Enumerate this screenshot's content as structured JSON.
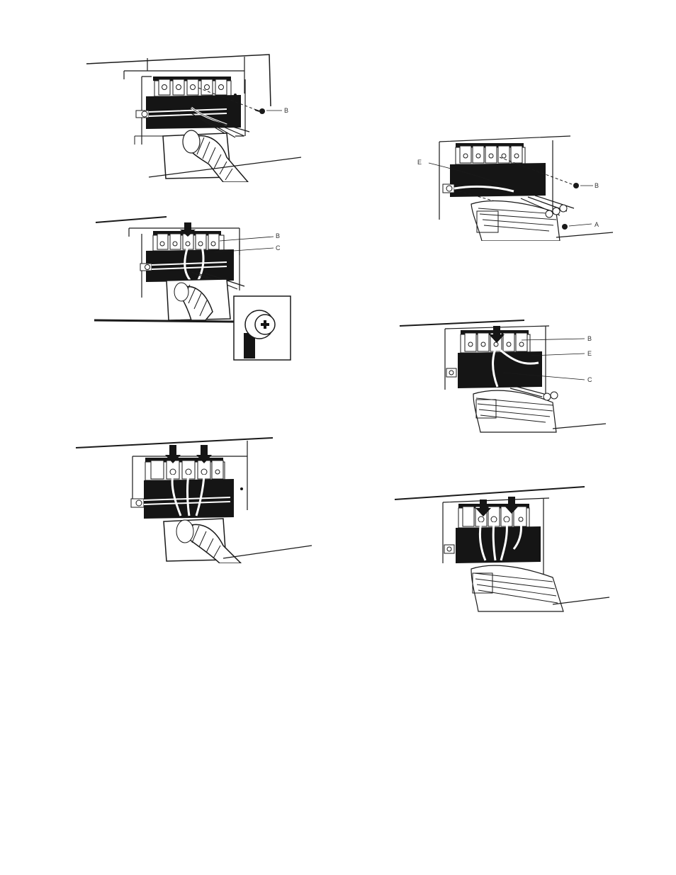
{
  "colors": {
    "ink": "#1a1a1a",
    "block": "#151515",
    "paper": "#ffffff"
  },
  "figures": [
    {
      "labels": {
        "b": "B"
      }
    },
    {
      "labels": {
        "b": "B",
        "c": "C"
      }
    },
    {
      "labels": {}
    },
    {
      "labels": {
        "e": "E",
        "b": "B",
        "a": "A"
      }
    },
    {
      "labels": {
        "b": "B",
        "e": "E",
        "c": "C"
      }
    },
    {
      "labels": {}
    }
  ]
}
